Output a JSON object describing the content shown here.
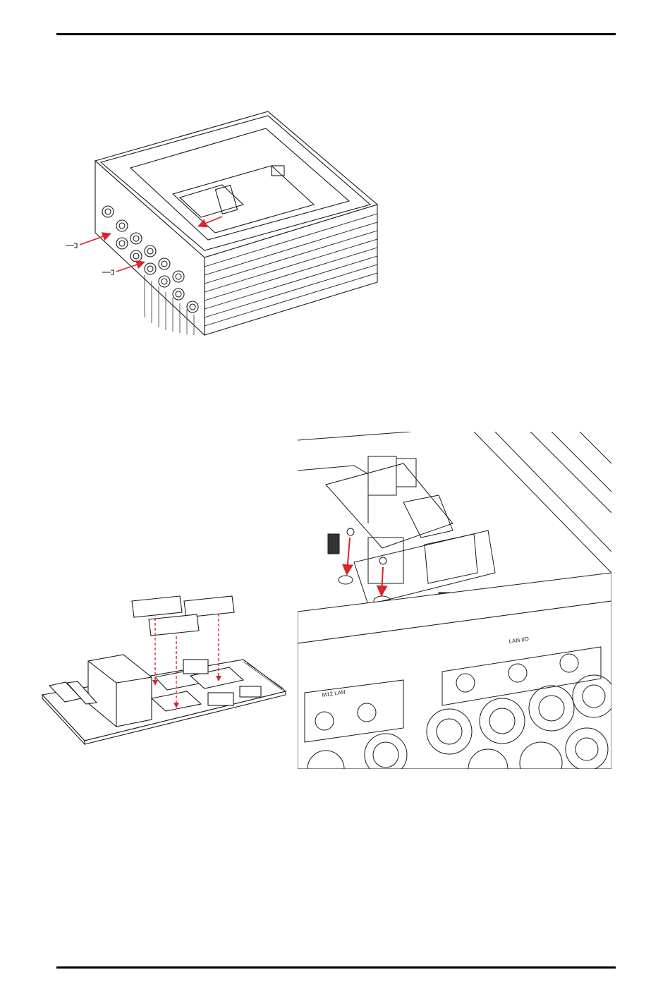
{
  "page": {
    "header_rule": true,
    "footer_rule": true
  },
  "colors": {
    "line": "#1a1a1a",
    "accent_arrow": "#d9232d",
    "paper": "#ffffff"
  },
  "figures": [
    {
      "id": "enclosure-exploded",
      "description_icon": "enclosure-remove-module-illustration"
    },
    {
      "id": "module-thermal-pads",
      "description_icon": "module-thermal-pad-illustration"
    },
    {
      "id": "module-screw-closeup",
      "description_icon": "module-screw-closeup-illustration"
    }
  ],
  "closeup": {
    "panel_label_left": "M12 LAN",
    "panel_label_right": "LAN I/O"
  }
}
